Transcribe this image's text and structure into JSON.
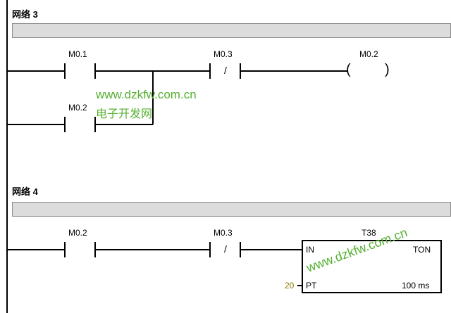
{
  "networks": [
    {
      "title": "网络 3",
      "contacts": [
        "M0.1",
        "M0.3",
        "M0.2"
      ],
      "coil": {
        "label": "M0.2",
        "symbol_left": "(",
        "symbol_right": ")"
      },
      "negation_symbol": "/"
    },
    {
      "title": "网络 4",
      "contacts": [
        "M0.2",
        "M0.3"
      ],
      "negation_symbol": "/",
      "timer": {
        "name": "T38",
        "type": "TON",
        "input_label": "IN",
        "preset_label": "PT",
        "preset_value": "20",
        "resolution": "100 ms"
      }
    }
  ],
  "watermarks": {
    "url": "www.dzkfw.com.cn",
    "name": "电子开发网"
  },
  "colors": {
    "comment_bar": "#dcdcdc",
    "watermark": "#55b031",
    "preset_value": "#8a7a00"
  }
}
